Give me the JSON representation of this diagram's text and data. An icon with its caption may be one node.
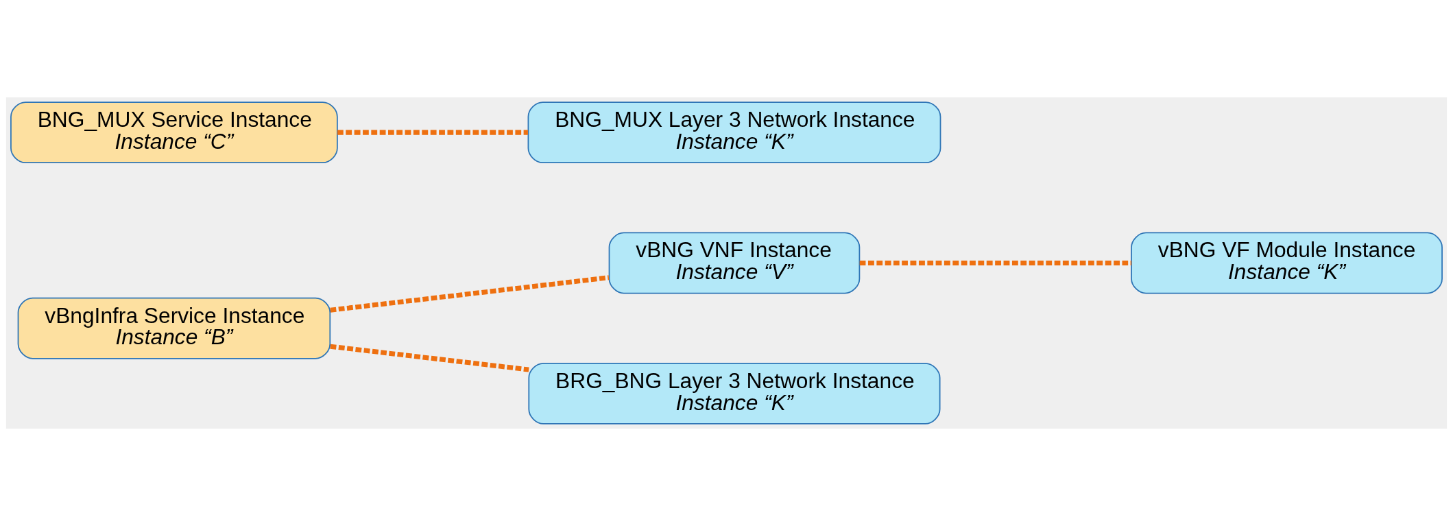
{
  "diagram": {
    "nodes": [
      {
        "text": [
          "vBngInfra Service Instance",
          "Instance “B”"
        ]
      },
      {
        "text": [
          "vBNG VNF Instance",
          "Instance “V”"
        ]
      },
      {
        "text": [
          "vBNG VF Module Instance",
          "Instance “K”"
        ]
      },
      {
        "text": [
          "BRG_BNG Layer 3 Network Instance",
          "Instance “K”"
        ]
      },
      {
        "text": [
          "BNG_MUX Service Instance",
          "Instance “C”"
        ]
      },
      {
        "text": [
          "BNG_MUX Layer 3 Network Instance",
          "Instance “K”"
        ]
      }
    ],
    "edges": [
      {
        "from": 0,
        "to": 1,
        "arrow": "none",
        "style": "dashed",
        "color": "#ee7010"
      },
      {
        "from": 1,
        "to": 2,
        "arrow": "none",
        "style": "dashed",
        "color": "#ee7010"
      },
      {
        "from": 0,
        "to": 3,
        "arrow": "none",
        "style": "dashed",
        "color": "#ee7010"
      },
      {
        "from": 4,
        "to": 5,
        "arrow": "none",
        "style": "dashed",
        "color": "#ee7010"
      }
    ]
  }
}
